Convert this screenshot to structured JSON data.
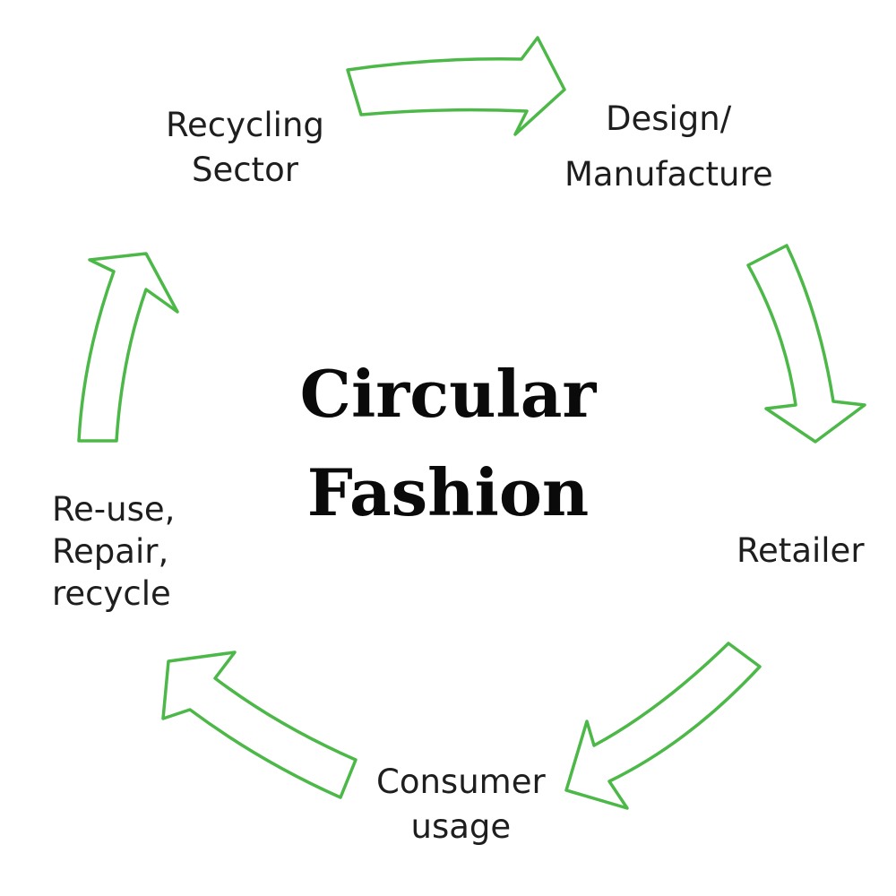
{
  "diagram": {
    "title_lines": [
      "Circular",
      "Fashion"
    ],
    "nodes": {
      "design": [
        "Design/",
        "Manufacture"
      ],
      "retailer": [
        "Retailer"
      ],
      "consumer": [
        "Consumer",
        "usage"
      ],
      "reuse": [
        "Re-use,",
        "Repair,",
        "recycle"
      ],
      "recycling": [
        "Recycling",
        "Sector"
      ]
    },
    "arrow_color": "#4cb848"
  }
}
